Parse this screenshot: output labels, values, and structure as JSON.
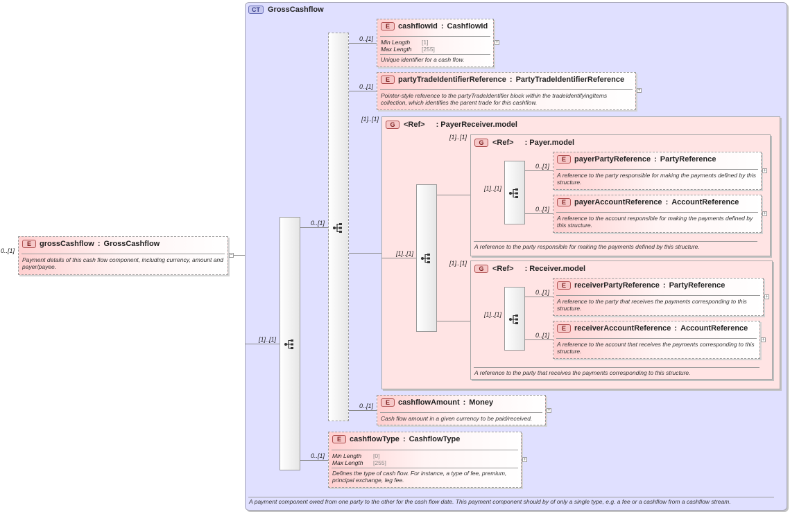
{
  "root": {
    "cardinality": "0..[1]",
    "badge": "E",
    "name": "grossCashflow",
    "type": "GrossCashflow",
    "doc": "Payment details of this cash flow component, including currency, amount and payer/payee."
  },
  "complex_type": {
    "badge": "CT",
    "name": "GrossCashflow",
    "doc": "A payment component owed from one party to the other for the cash flow date. This payment component should by of only a single type, e.g. a fee or a cashflow from a cashflow stream."
  },
  "outer_sequence": {
    "cardinality": "[1]..[1]"
  },
  "inner_sequence": {
    "cardinality": "0..[1]"
  },
  "elements": {
    "cashflowId": {
      "cardinality": "0..[1]",
      "badge": "E",
      "name": "cashflowId",
      "type": "CashflowId",
      "facets": [
        {
          "label": "Min Length",
          "value": "[1]"
        },
        {
          "label": "Max Length",
          "value": "[255]"
        }
      ],
      "doc": "Unique identifier for a cash flow."
    },
    "partyTradeIdentifierReference": {
      "cardinality": "0..[1]",
      "badge": "E",
      "name": "partyTradeIdentifierReference",
      "type": "PartyTradeIdentifierReference",
      "doc": "Pointer-style reference to the partyTradeIdentifier block within the tradeIdentifyingItems collection, which identifies the parent trade for this cashflow."
    },
    "cashflowAmount": {
      "cardinality": "0..[1]",
      "badge": "E",
      "name": "cashflowAmount",
      "type": "Money",
      "doc": "Cash flow amount in a given currency to be paid/received."
    },
    "cashflowType": {
      "cardinality": "0..[1]",
      "badge": "E",
      "name": "cashflowType",
      "type": "CashflowType",
      "facets": [
        {
          "label": "Min Length",
          "value": "[0]"
        },
        {
          "label": "Max Length",
          "value": "[255]"
        }
      ],
      "doc": "Defines the type of cash flow. For instance, a type of fee, premium, principal exchange, leg fee."
    }
  },
  "payer_receiver_group": {
    "cardinality": "[1]..[1]",
    "badge": "G",
    "ref": "<Ref>",
    "type": ": PayerReceiver.model",
    "sequence_cardinality": "[1]..[1]"
  },
  "payer_group": {
    "cardinality": "[1]..[1]",
    "badge": "G",
    "ref": "<Ref>",
    "type": ": Payer.model",
    "sequence_cardinality": "[1]..[1]",
    "doc": "A reference to the party responsible for making the payments defined by this structure.",
    "payerPartyReference": {
      "cardinality": "0..[1]",
      "badge": "E",
      "name": "payerPartyReference",
      "type": "PartyReference",
      "doc": "A reference to the party responsible for making the payments defined by this structure."
    },
    "payerAccountReference": {
      "cardinality": "0..[1]",
      "badge": "E",
      "name": "payerAccountReference",
      "type": "AccountReference",
      "doc": "A reference to the account responsible for making the payments defined by this structure."
    }
  },
  "receiver_group": {
    "cardinality": "[1]..[1]",
    "badge": "G",
    "ref": "<Ref>",
    "type": ": Receiver.model",
    "sequence_cardinality": "[1]..[1]",
    "doc": "A reference to the party that receives the payments corresponding to this structure.",
    "receiverPartyReference": {
      "cardinality": "0..[1]",
      "badge": "E",
      "name": "receiverPartyReference",
      "type": "PartyReference",
      "doc": "A reference to the party that receives the payments corresponding to this structure."
    },
    "receiverAccountReference": {
      "cardinality": "0..[1]",
      "badge": "E",
      "name": "receiverAccountReference",
      "type": "AccountReference",
      "doc": "A reference to the account that receives the payments corresponding to this structure."
    }
  },
  "colors": {
    "complex_type_bg": "#e0e0ff",
    "element_bg": "#ffd0d0",
    "group_bg": "#ffe4e4",
    "line": "#8a8a8a"
  },
  "icons": {
    "sequence": "sequence-compositor-icon",
    "expand": "expand-plus-icon",
    "collapse": "collapse-minus-icon"
  },
  "expander": {
    "plus": "+",
    "minus": "−"
  }
}
